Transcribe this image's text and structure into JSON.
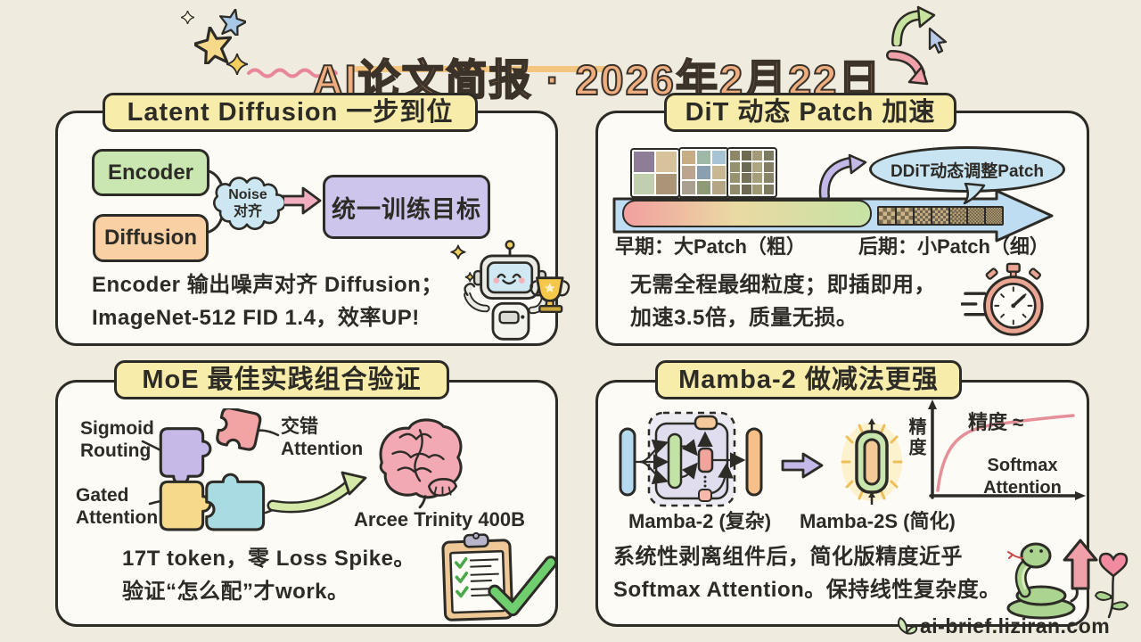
{
  "header": {
    "title": "AI论文简报 · 2026年2月22日"
  },
  "panel_latent": {
    "title": "Latent Diffusion 一步到位",
    "encoder": "Encoder",
    "diffusion": "Diffusion",
    "noise_line1": "Noise",
    "noise_line2": "对齐",
    "unified_target": "统一训练目标",
    "summary1": "Encoder 输出噪声对齐 Diffusion；",
    "summary2": "ImageNet-512 FID 1.4，效率UP!"
  },
  "panel_dit": {
    "title": "DiT 动态 Patch 加速",
    "bubble": "DDiT动态调整Patch",
    "early": "早期：大Patch（粗）",
    "late": "后期：小Patch（细）",
    "summary1": "无需全程最细粒度；即插即用，",
    "summary2": "加速3.5倍，质量无损。"
  },
  "panel_moe": {
    "title": "MoE 最佳实践组合验证",
    "sigmoid1": "Sigmoid",
    "sigmoid2": "Routing",
    "interleaved1": "交错",
    "interleaved2": "Attention",
    "gated1": "Gated",
    "gated2": "Attention",
    "model": "Arcee Trinity 400B",
    "summary1": "17T token，零 Loss Spike。",
    "summary2": "验证“怎么配”才work。"
  },
  "panel_mamba": {
    "title": "Mamba-2 做减法更强",
    "complex": "Mamba-2 (复杂)",
    "simple": "Mamba-2S (简化)",
    "y_axis": "精度",
    "approx": "精度 ≈",
    "curve1": "Softmax",
    "curve2": "Attention",
    "summary1": "系统性剥离组件后，简化版精度近乎",
    "summary2": "Softmax Attention。保持线性复杂度。"
  },
  "footer": {
    "site": "ai-brief.liziran.com"
  },
  "colors": {
    "background": "#f0ebdf",
    "panel_bg": "#fcfbf6",
    "outline": "#2d2b26",
    "title_fill": "#efae80",
    "title_box": "#f8ecaa",
    "encoder_green": "#cbe7b1",
    "diffusion_orange": "#f9cfa4",
    "cloud_blue": "#cce7f2",
    "target_purple": "#cdc5eb",
    "bubble_blue": "#c8e4f2",
    "timeline_arrow_blue": "#bedcf2",
    "gradient_start_pink": "#f29fa0",
    "gradient_end_green": "#c6e3a6",
    "puzzle_purple": "#c6b9e8",
    "puzzle_pink": "#f2a3a3",
    "puzzle_yellow": "#f7d98c",
    "puzzle_blue": "#a9dbe3",
    "brain_pink": "#f2a9b4",
    "check_green": "#6fcf6f",
    "glow_capsule_green": "#c8e6ae",
    "curve_pink": "#e59098",
    "snake_green": "#abd490",
    "heart_pink": "#f28ba0",
    "squiggle_pink": "#e8879c",
    "underline_orange": "#f3c57e"
  }
}
